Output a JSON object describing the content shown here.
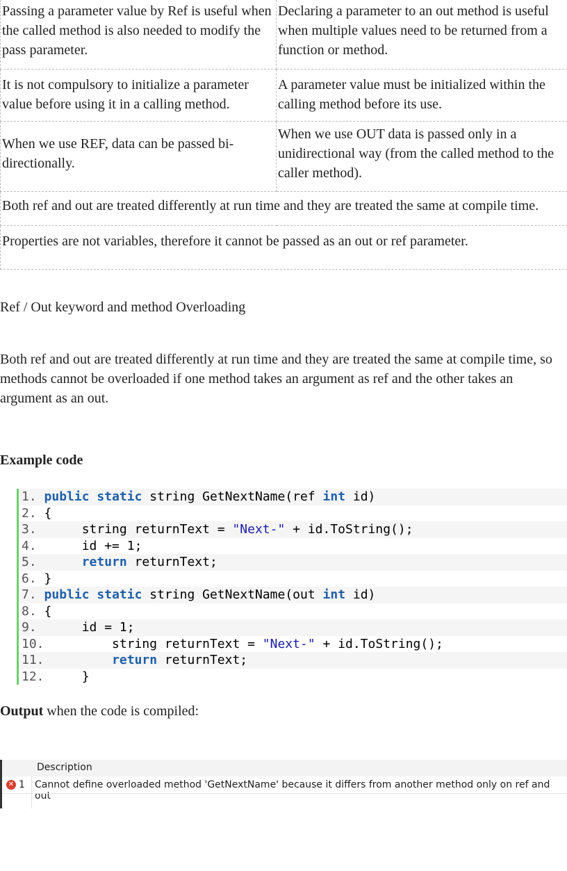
{
  "comparison": {
    "rows": [
      [
        "Passing a parameter value by Ref is useful when the called method is also needed to modify the pass parameter.",
        "Declaring a parameter to an out method is useful when multiple values need to be returned from a function or method."
      ],
      [
        "It is not compulsory to initialize a parameter value before using it in a calling method.",
        "A parameter value must be initialized within the calling method before its use."
      ],
      [
        "When we use REF, data can be passed bi-directionally.",
        "When we use OUT data is passed only in a unidirectional way (from the called method to the caller method)."
      ]
    ],
    "full_rows": [
      "Both ref and out are treated differently at run time and they are treated the same at compile time.",
      "Properties are not variables, therefore it cannot be passed as an out or ref parameter."
    ]
  },
  "heading": "Ref / Out keyword and method Overloading",
  "paragraph": "Both ref and out are treated differently at run time and they are treated the same at compile time, so methods cannot be overloaded if one method takes an argument as ref and the other takes an argument as an out.",
  "example_title": "Example code",
  "code_lines": [
    {
      "num": "1.",
      "text": " public static string GetNextName(ref int id)"
    },
    {
      "num": "2.",
      "text": " {"
    },
    {
      "num": "3.",
      "text": "      string returnText = \"Next-\" + id.ToString();"
    },
    {
      "num": "4.",
      "text": "      id += 1;"
    },
    {
      "num": "5.",
      "text": "      return returnText;"
    },
    {
      "num": "6.",
      "text": " }"
    },
    {
      "num": "7.",
      "text": " public static string GetNextName(out int id)"
    },
    {
      "num": "8.",
      "text": " {"
    },
    {
      "num": "9.",
      "text": "      id = 1;"
    },
    {
      "num": "10.",
      "text": "         string returnText = \"Next-\" + id.ToString();"
    },
    {
      "num": "11.",
      "text": "         return returnText;"
    },
    {
      "num": "12.",
      "text": "     }"
    }
  ],
  "output": {
    "bold": "Output",
    "rest": " when the code is compiled:"
  },
  "error_list": {
    "header": "Description",
    "rows": [
      {
        "num": "1",
        "text": "Cannot define overloaded method 'GetNextName' because it differs from another method only on ref and out"
      }
    ],
    "icon": "error-icon",
    "error_color": "#d9402f"
  },
  "colors": {
    "keyword": "#1f5fa8",
    "string": "#1a1aa8",
    "code_border": "#6ccf6c"
  }
}
